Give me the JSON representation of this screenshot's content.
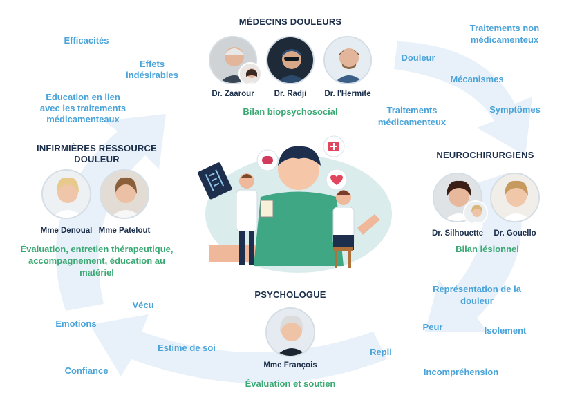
{
  "colors": {
    "keyword": "#4aa3d8",
    "subtitle": "#3aa873",
    "heading": "#1b2e4a",
    "arrows": "#e7f0f8"
  },
  "groups": {
    "medecins": {
      "heading": "MÉDECINS DOULEURS",
      "names": [
        "Dr. Zaarour",
        "Dr. Radji",
        "Dr. l'Hermite"
      ],
      "subtitle": "Bilan biopsychosocial"
    },
    "infirmieres": {
      "heading_line1": "INFIRMIÈRES RESSOURCE",
      "heading_line2": "DOULEUR",
      "names": [
        "Mme Denoual",
        "Mme Patelout"
      ],
      "subtitle_lines": [
        "Évaluation, entretien thérapeutique,",
        "accompagnement, éducation au",
        "matériel"
      ]
    },
    "neuro": {
      "heading": "NEUROCHIRURGIENS",
      "names": [
        "Dr. Silhouette",
        "Dr. Gouello"
      ],
      "subtitle": "Bilan lésionnel"
    },
    "psychologue": {
      "heading": "PSYCHOLOGUE",
      "names": [
        "Mme François"
      ],
      "subtitle": "Évaluation et soutien"
    }
  },
  "keywords": {
    "efficacites": "Efficacités",
    "effets_1": "Effets",
    "effets_2": "indésirables",
    "education_1": "Education en lien",
    "education_2": "avec les traitements",
    "education_3": "médicamenteaux",
    "tnm_1": "Traitements non",
    "tnm_2": "médicamenteux",
    "douleur": "Douleur",
    "mecanismes": "Mécanismes",
    "symptomes": "Symptômes",
    "tm_1": "Traitements",
    "tm_2": "médicamenteux",
    "representation_1": "Représentation de la",
    "representation_2": "douleur",
    "peur": "Peur",
    "isolement": "Isolement",
    "repli": "Repli",
    "incomprehension": "Incompréhension",
    "vecu": "Vécu",
    "emotions": "Emotions",
    "estime": "Estime de soi",
    "confiance": "Confiance"
  }
}
